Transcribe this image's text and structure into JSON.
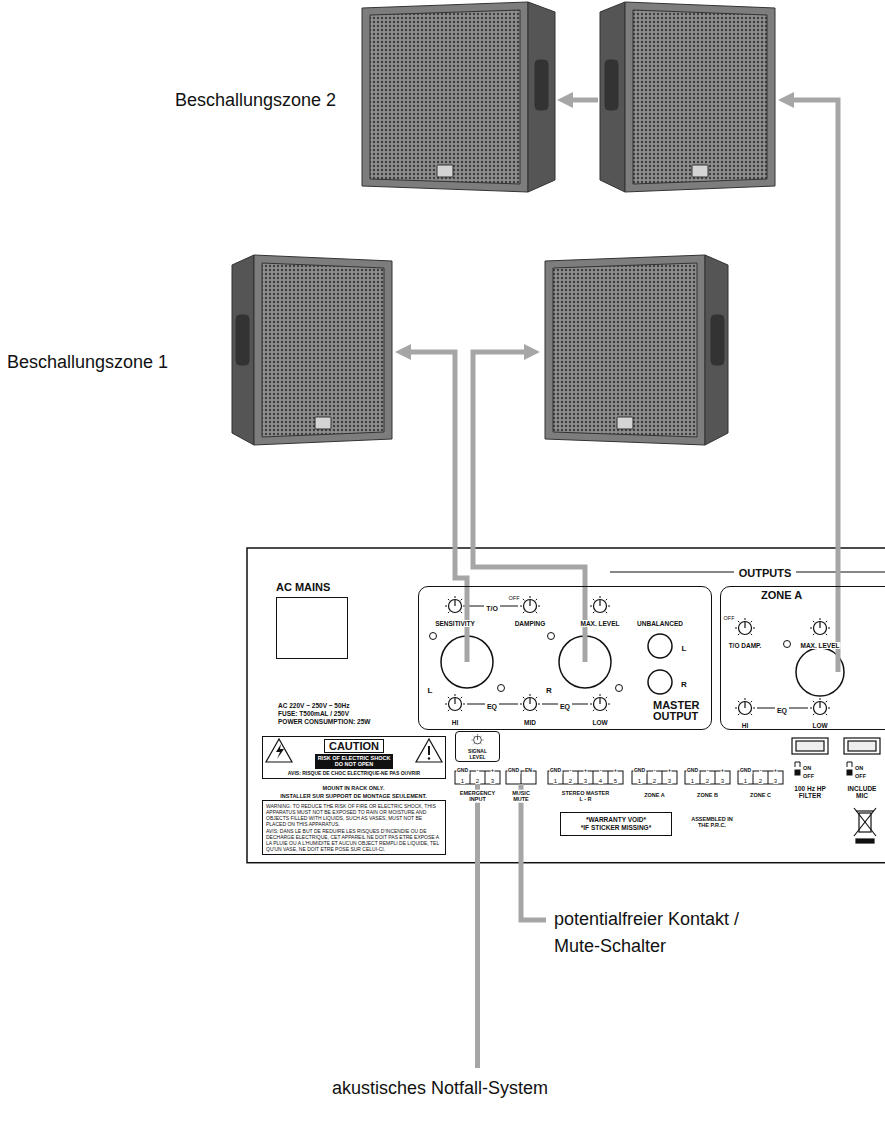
{
  "diagram": {
    "nodes": [
      {
        "text": [
          "AC MAINS"
        ]
      },
      {
        "text": [
          "MASTER OUTPUT"
        ]
      },
      {
        "text": [
          "ZONE A"
        ]
      },
      {
        "text": [
          "SIGNAL LEVEL"
        ]
      },
      {
        "text": [
          "CAUTION",
          "RISK OF ELECTRIC SHOCK DO NOT OPEN",
          "AVIS: RISQUE DE CHOC ELECTRIQUE-NE PAS OUVRIR"
        ]
      },
      {
        "text": [
          "WARNING: TO REDUCE THE RISK OF FIRE OR ELECTRIC SHOCK, THIS APPARATUS MUST NOT BE EXPOSED TO RAIN OR MOISTURE AND OBJECTS FILLED WITH LIQUIDS, SUCH AS VASES, MUST NOT BE PLACED ON THIS APPARATUS.",
          "AVIS: DANS LE BUT DE REDUIRE LES RISQUES D'INCENDIE OU DE DECHARGE ELECTRIQUE, CET APPAREIL NE DOIT PAS ETRE EXPOSE A LA PLUIE OU A L'HUMIDITE ET AUCUN OBJECT REMPLI DE LIQUIDE, TEL QU'UN VASE, NE DOIT ETRE POSE SUR CELUI-CI."
        ]
      },
      {
        "text": [
          "*WARRANTY VOID*",
          "*IF STICKER MISSING*"
        ]
      }
    ],
    "labels": [
      "Beschallungszone 2",
      "Beschallungszone 1",
      "OUTPUTS",
      "AC 220V ~ 250V ~ 50Hz",
      "FUSE: T500mAL / 250V",
      "POWER CONSUMPTION: 25W",
      "T/O",
      "OFF",
      "SENSITIVITY",
      "DAMPING",
      "MAX. LEVEL",
      "UNBALANCED",
      "L",
      "R",
      "L",
      "R",
      "HI",
      "EQ",
      "MID",
      "EQ",
      "LOW",
      "OFF",
      "T/O DAMP.",
      "MAX. LEVEL",
      "HI",
      "EQ",
      "LOW",
      "ON",
      "OFF",
      "100 Hz HP FILTER",
      "ON",
      "OFF",
      "INCLUDE MIC",
      "GND",
      "-",
      "+",
      "1",
      "2",
      "3",
      "EMERGENCY INPUT",
      "GND",
      "EN",
      "MUSIC MUTE",
      "GND",
      "-",
      "+",
      "-",
      "+",
      "1",
      "2",
      "3",
      "4",
      "5",
      "STEREO MASTER L - R",
      "GND",
      "-",
      "+",
      "1",
      "2",
      "3",
      "ZONE A",
      "GND",
      "-",
      "+",
      "1",
      "2",
      "3",
      "ZONE B",
      "GND",
      "-",
      "+",
      "1",
      "2",
      "3",
      "ZONE C",
      "MOUNT IN RACK ONLY.",
      "INSTALLER SUR SUPPORT DE MONTAGE SEULEMENT.",
      "ASSEMBLED IN THE P.R.C.",
      "potentialfreier Kontakt / Mute-Schalter",
      "akustisches Notfall-System"
    ]
  }
}
